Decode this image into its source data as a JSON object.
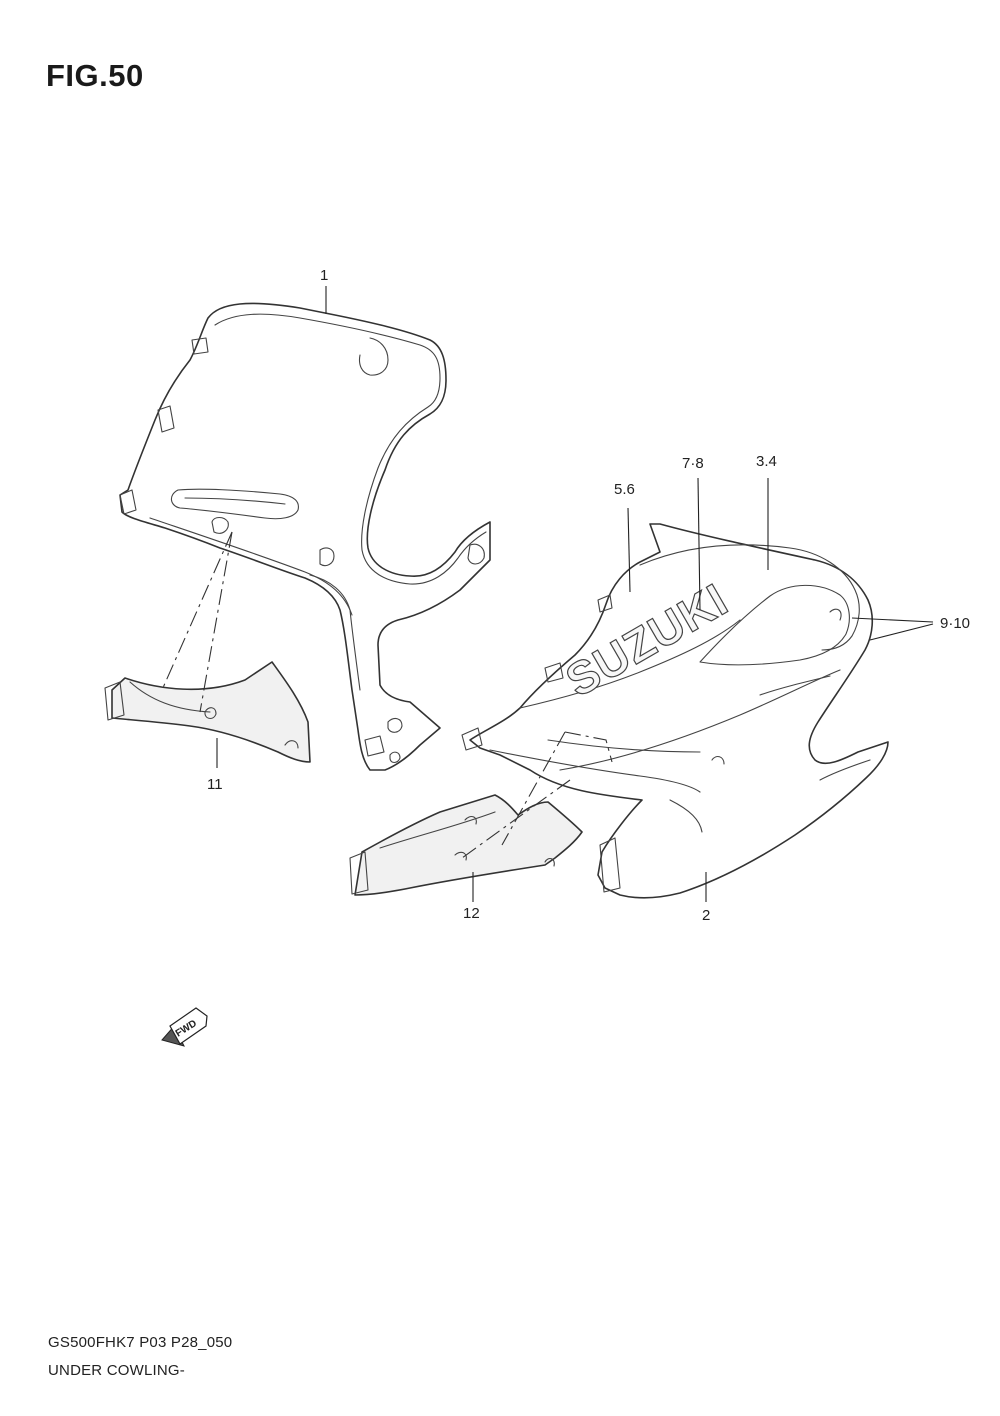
{
  "figure": {
    "title": "FIG.50"
  },
  "callouts": [
    {
      "id": "c1",
      "text": "1"
    },
    {
      "id": "c2",
      "text": "2"
    },
    {
      "id": "c34",
      "text": "3.4"
    },
    {
      "id": "c56",
      "text": "5.6"
    },
    {
      "id": "c78",
      "text": "7·8"
    },
    {
      "id": "c910",
      "text": "9·10"
    },
    {
      "id": "c11",
      "text": "11"
    },
    {
      "id": "c12",
      "text": "12"
    }
  ],
  "decal": {
    "text": "SUZUKI"
  },
  "fwd_arrow": {
    "text": "FWD"
  },
  "footer": {
    "model_code": "GS500FHK7 P03 P28_050",
    "section_name": "UNDER COWLING-"
  }
}
